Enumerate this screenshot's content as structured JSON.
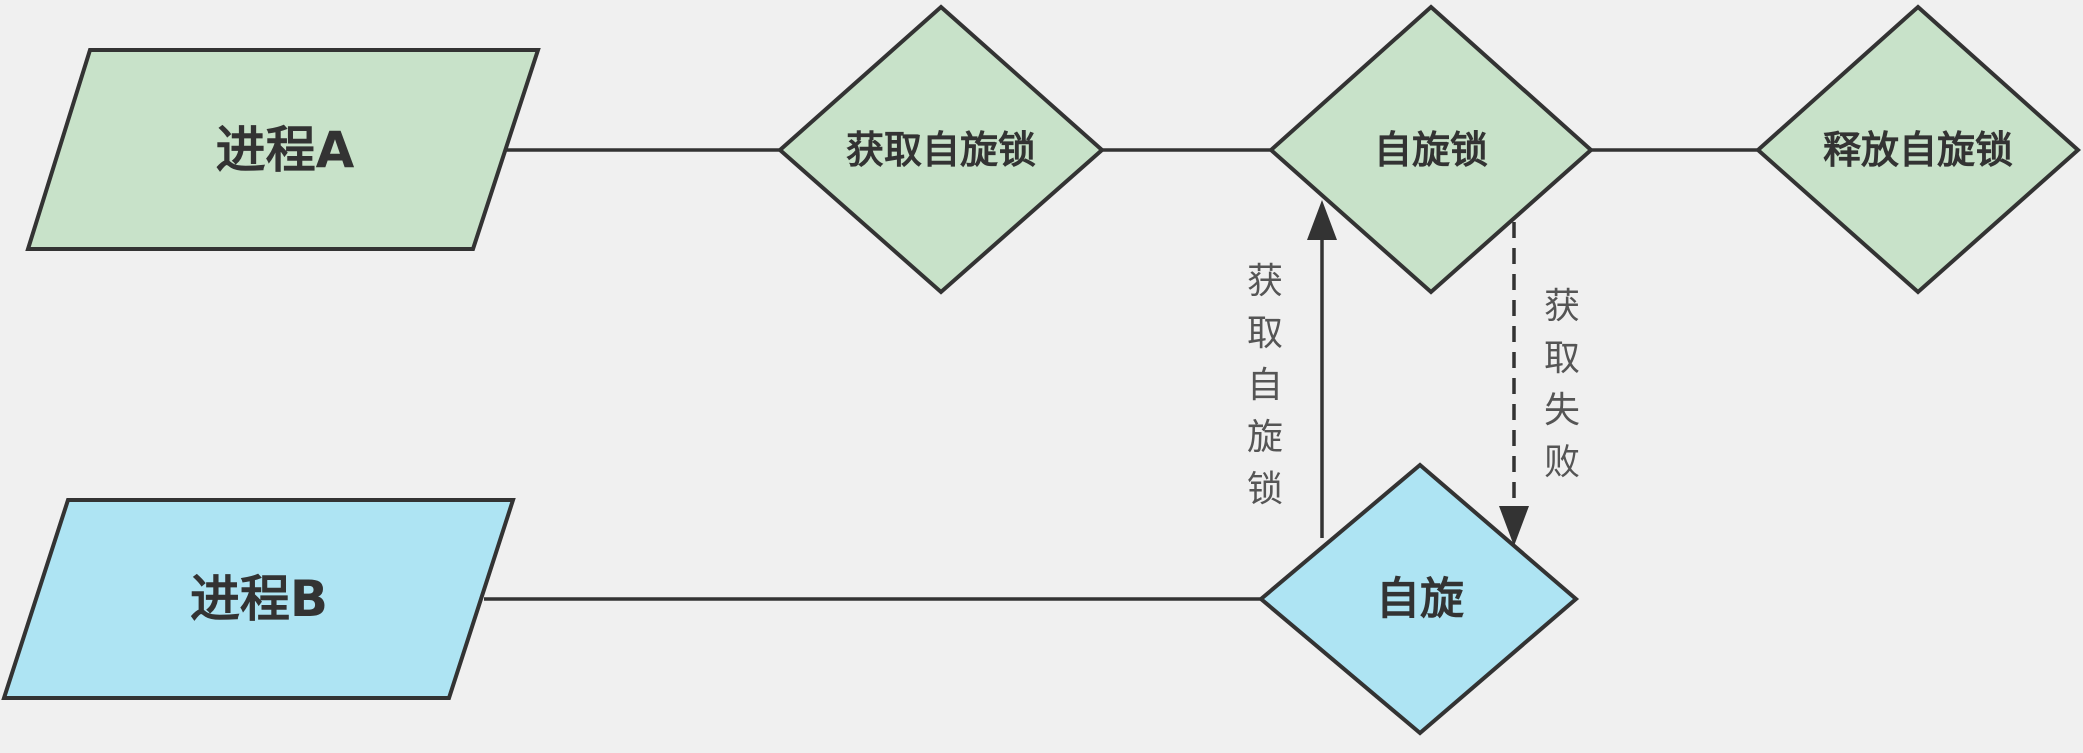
{
  "colors": {
    "process_a_fill": "#c8e2c9",
    "process_b_fill": "#aee4f3",
    "stroke": "#333333",
    "background": "#f0f0f0"
  },
  "nodes": {
    "process_a": "进程A",
    "process_b": "进程B",
    "acquire_lock": "获取自旋锁",
    "spin_lock": "自旋锁",
    "release_lock": "释放自旋锁",
    "spin": "自旋"
  },
  "edges": {
    "acquire_label": [
      "获",
      "取",
      "自",
      "旋",
      "锁"
    ],
    "fail_label": [
      "获",
      "取",
      "失",
      "败"
    ]
  }
}
